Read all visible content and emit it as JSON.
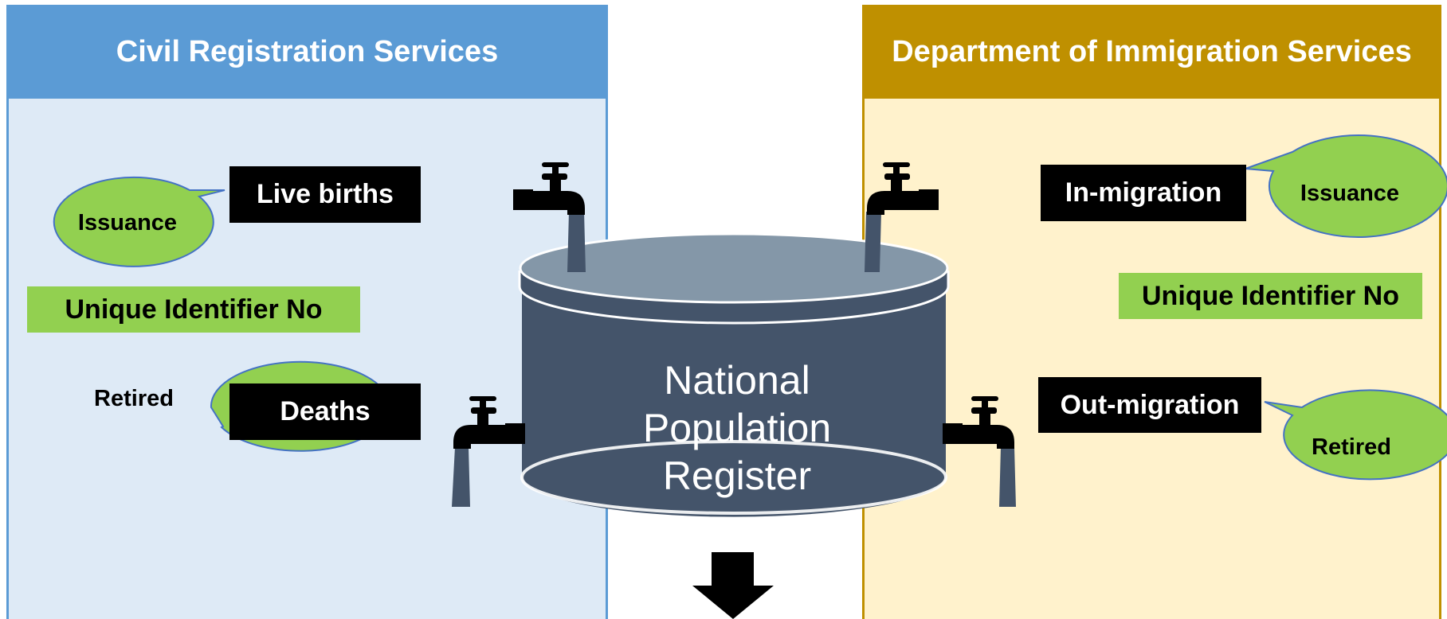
{
  "left_panel": {
    "title": "Civil Registration Services",
    "live_births_label": "Live births",
    "issuance_label": "Issuance",
    "unique_id_label": "Unique Identifier No",
    "retired_label": "Retired",
    "deaths_label": "Deaths"
  },
  "right_panel": {
    "title": "Department of Immigration Services",
    "in_migration_label": "In-migration",
    "issuance_label": "Issuance",
    "unique_id_label": "Unique Identifier No",
    "out_migration_label": "Out-migration",
    "retired_label": "Retired"
  },
  "register": {
    "line1": "National",
    "line2": "Population",
    "line3": "Register"
  },
  "icons": [
    "tap-icon",
    "down-arrow-icon"
  ],
  "colors": {
    "left_header": "#5b9bd5",
    "left_body": "#deeaf6",
    "right_header": "#bf9000",
    "right_body": "#fff2cc",
    "label_box": "#000000",
    "green": "#92d050",
    "tank_body": "#44546a",
    "tank_top": "#8497a8"
  }
}
